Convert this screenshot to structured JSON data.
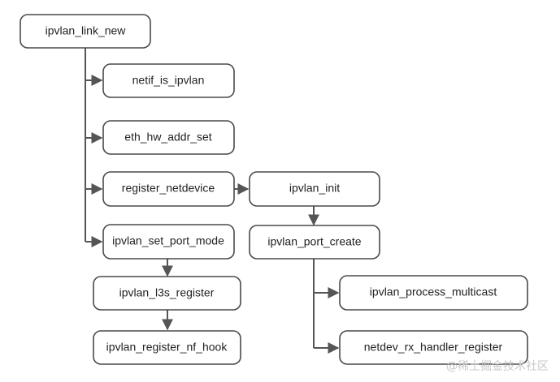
{
  "nodes": {
    "ipvlan_link_new": "ipvlan_link_new",
    "netif_is_ipvlan": "netif_is_ipvlan",
    "eth_hw_addr_set": "eth_hw_addr_set",
    "register_netdevice": "register_netdevice",
    "ipvlan_set_port_mode": "ipvlan_set_port_mode",
    "ipvlan_l3s_register": "ipvlan_l3s_register",
    "ipvlan_register_nf_hook": "ipvlan_register_nf_hook",
    "ipvlan_init": "ipvlan_init",
    "ipvlan_port_create": "ipvlan_port_create",
    "ipvlan_process_multicast": "ipvlan_process_multicast",
    "netdev_rx_handler_register": "netdev_rx_handler_register"
  },
  "edges": [
    [
      "ipvlan_link_new",
      "netif_is_ipvlan"
    ],
    [
      "ipvlan_link_new",
      "eth_hw_addr_set"
    ],
    [
      "ipvlan_link_new",
      "register_netdevice"
    ],
    [
      "ipvlan_link_new",
      "ipvlan_set_port_mode"
    ],
    [
      "ipvlan_set_port_mode",
      "ipvlan_l3s_register"
    ],
    [
      "ipvlan_l3s_register",
      "ipvlan_register_nf_hook"
    ],
    [
      "register_netdevice",
      "ipvlan_init"
    ],
    [
      "ipvlan_init",
      "ipvlan_port_create"
    ],
    [
      "ipvlan_port_create",
      "ipvlan_process_multicast"
    ],
    [
      "ipvlan_port_create",
      "netdev_rx_handler_register"
    ]
  ],
  "watermark": "@稀土掘金技术社区"
}
